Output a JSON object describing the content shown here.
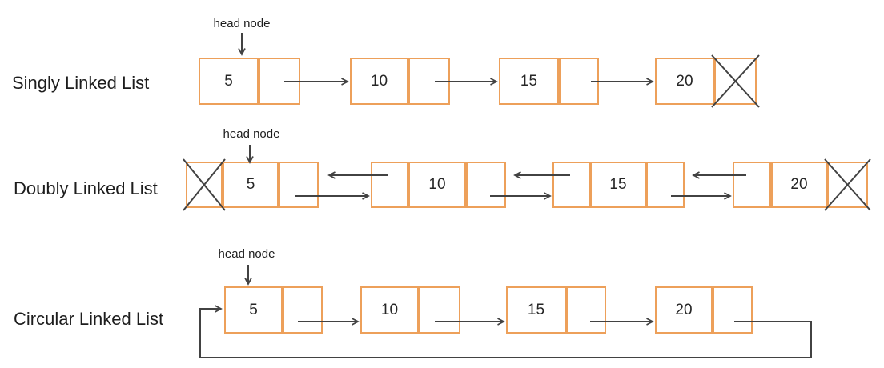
{
  "colors": {
    "node_border": "#EDA05A",
    "arrow": "#424242",
    "text": "#1d1d1d"
  },
  "rows": [
    {
      "id": "singly",
      "label": "Singly Linked List",
      "head_label": "head node",
      "nodes": [
        "5",
        "10",
        "15",
        "20"
      ],
      "tail_marker": "X"
    },
    {
      "id": "doubly",
      "label": "Doubly Linked List",
      "head_label": "head node",
      "nodes": [
        "5",
        "10",
        "15",
        "20"
      ],
      "head_marker": "X",
      "tail_marker": "X"
    },
    {
      "id": "circular",
      "label": "Circular Linked List",
      "head_label": "head node",
      "nodes": [
        "5",
        "10",
        "15",
        "20"
      ],
      "loops_back_to_head": true
    }
  ]
}
